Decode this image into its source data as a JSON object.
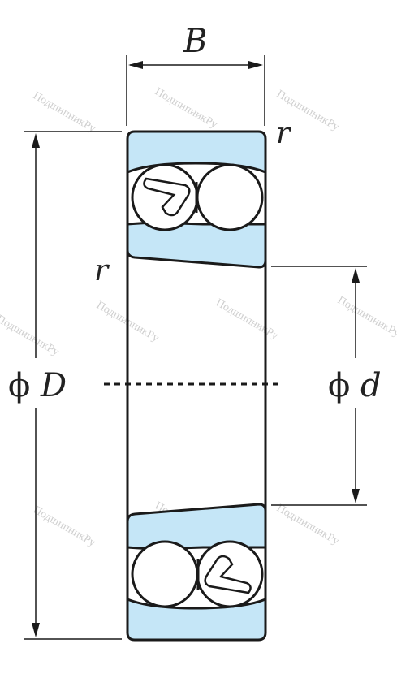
{
  "labels": {
    "width": "B",
    "chamfer_top": "r",
    "chamfer_left": "r",
    "outer_diameter_symbol": "ϕ",
    "outer_diameter": "D",
    "inner_diameter_symbol": "ϕ",
    "inner_diameter": "d"
  },
  "watermark": "ПодшипникРу",
  "colors": {
    "ring_fill": "#c5e6f7",
    "line": "#1a1a1a",
    "ball_fill": "#ffffff",
    "watermark": "#cfcfcf"
  }
}
